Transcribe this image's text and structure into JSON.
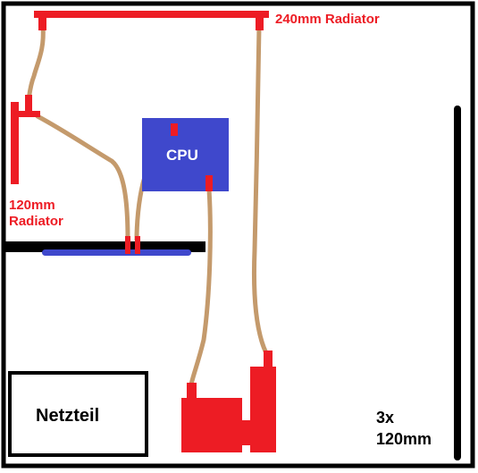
{
  "labels": {
    "radiator_240": "240mm Radiator",
    "radiator_120_line1": "120mm",
    "radiator_120_line2": "Radiator",
    "cpu": "CPU",
    "psu": "Netzteil",
    "fans_line1": "3x",
    "fans_line2": "120mm"
  },
  "colors": {
    "background": "#ffffff",
    "frame": "#000000",
    "radiator": "#ed1c24",
    "tubing": "#c49a6c",
    "cpu_block": "#3f48cc",
    "label_red": "#ed1c24",
    "label_dark": "#000000",
    "label_white": "#ffffff"
  }
}
